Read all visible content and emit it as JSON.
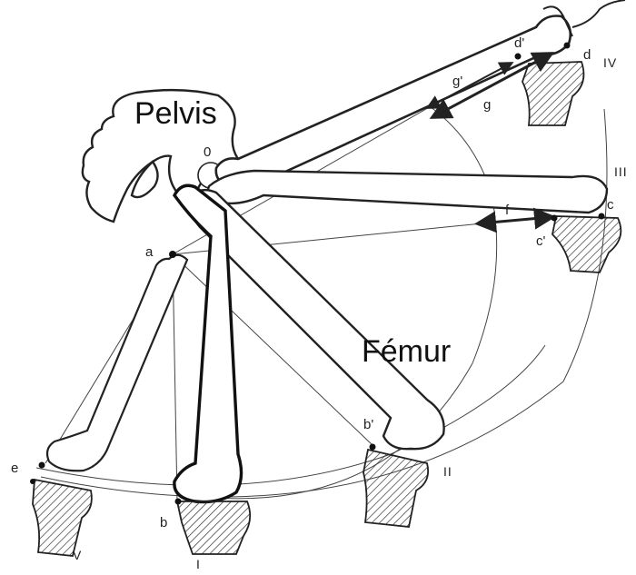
{
  "labels": {
    "pelvis": "Pelvis",
    "femur": "Fémur",
    "o": "0",
    "a": "a",
    "b": "b",
    "b_prime": "b'",
    "c": "c",
    "c_prime": "c'",
    "d": "d",
    "d_prime": "d'",
    "e": "e",
    "f": "f",
    "g": "g",
    "g_prime": "g'",
    "pos_I": "I",
    "pos_II": "II",
    "pos_III": "III",
    "pos_IV": "IV",
    "pos_V": "V"
  },
  "colors": {
    "ink": "#222222",
    "background": "#ffffff"
  }
}
